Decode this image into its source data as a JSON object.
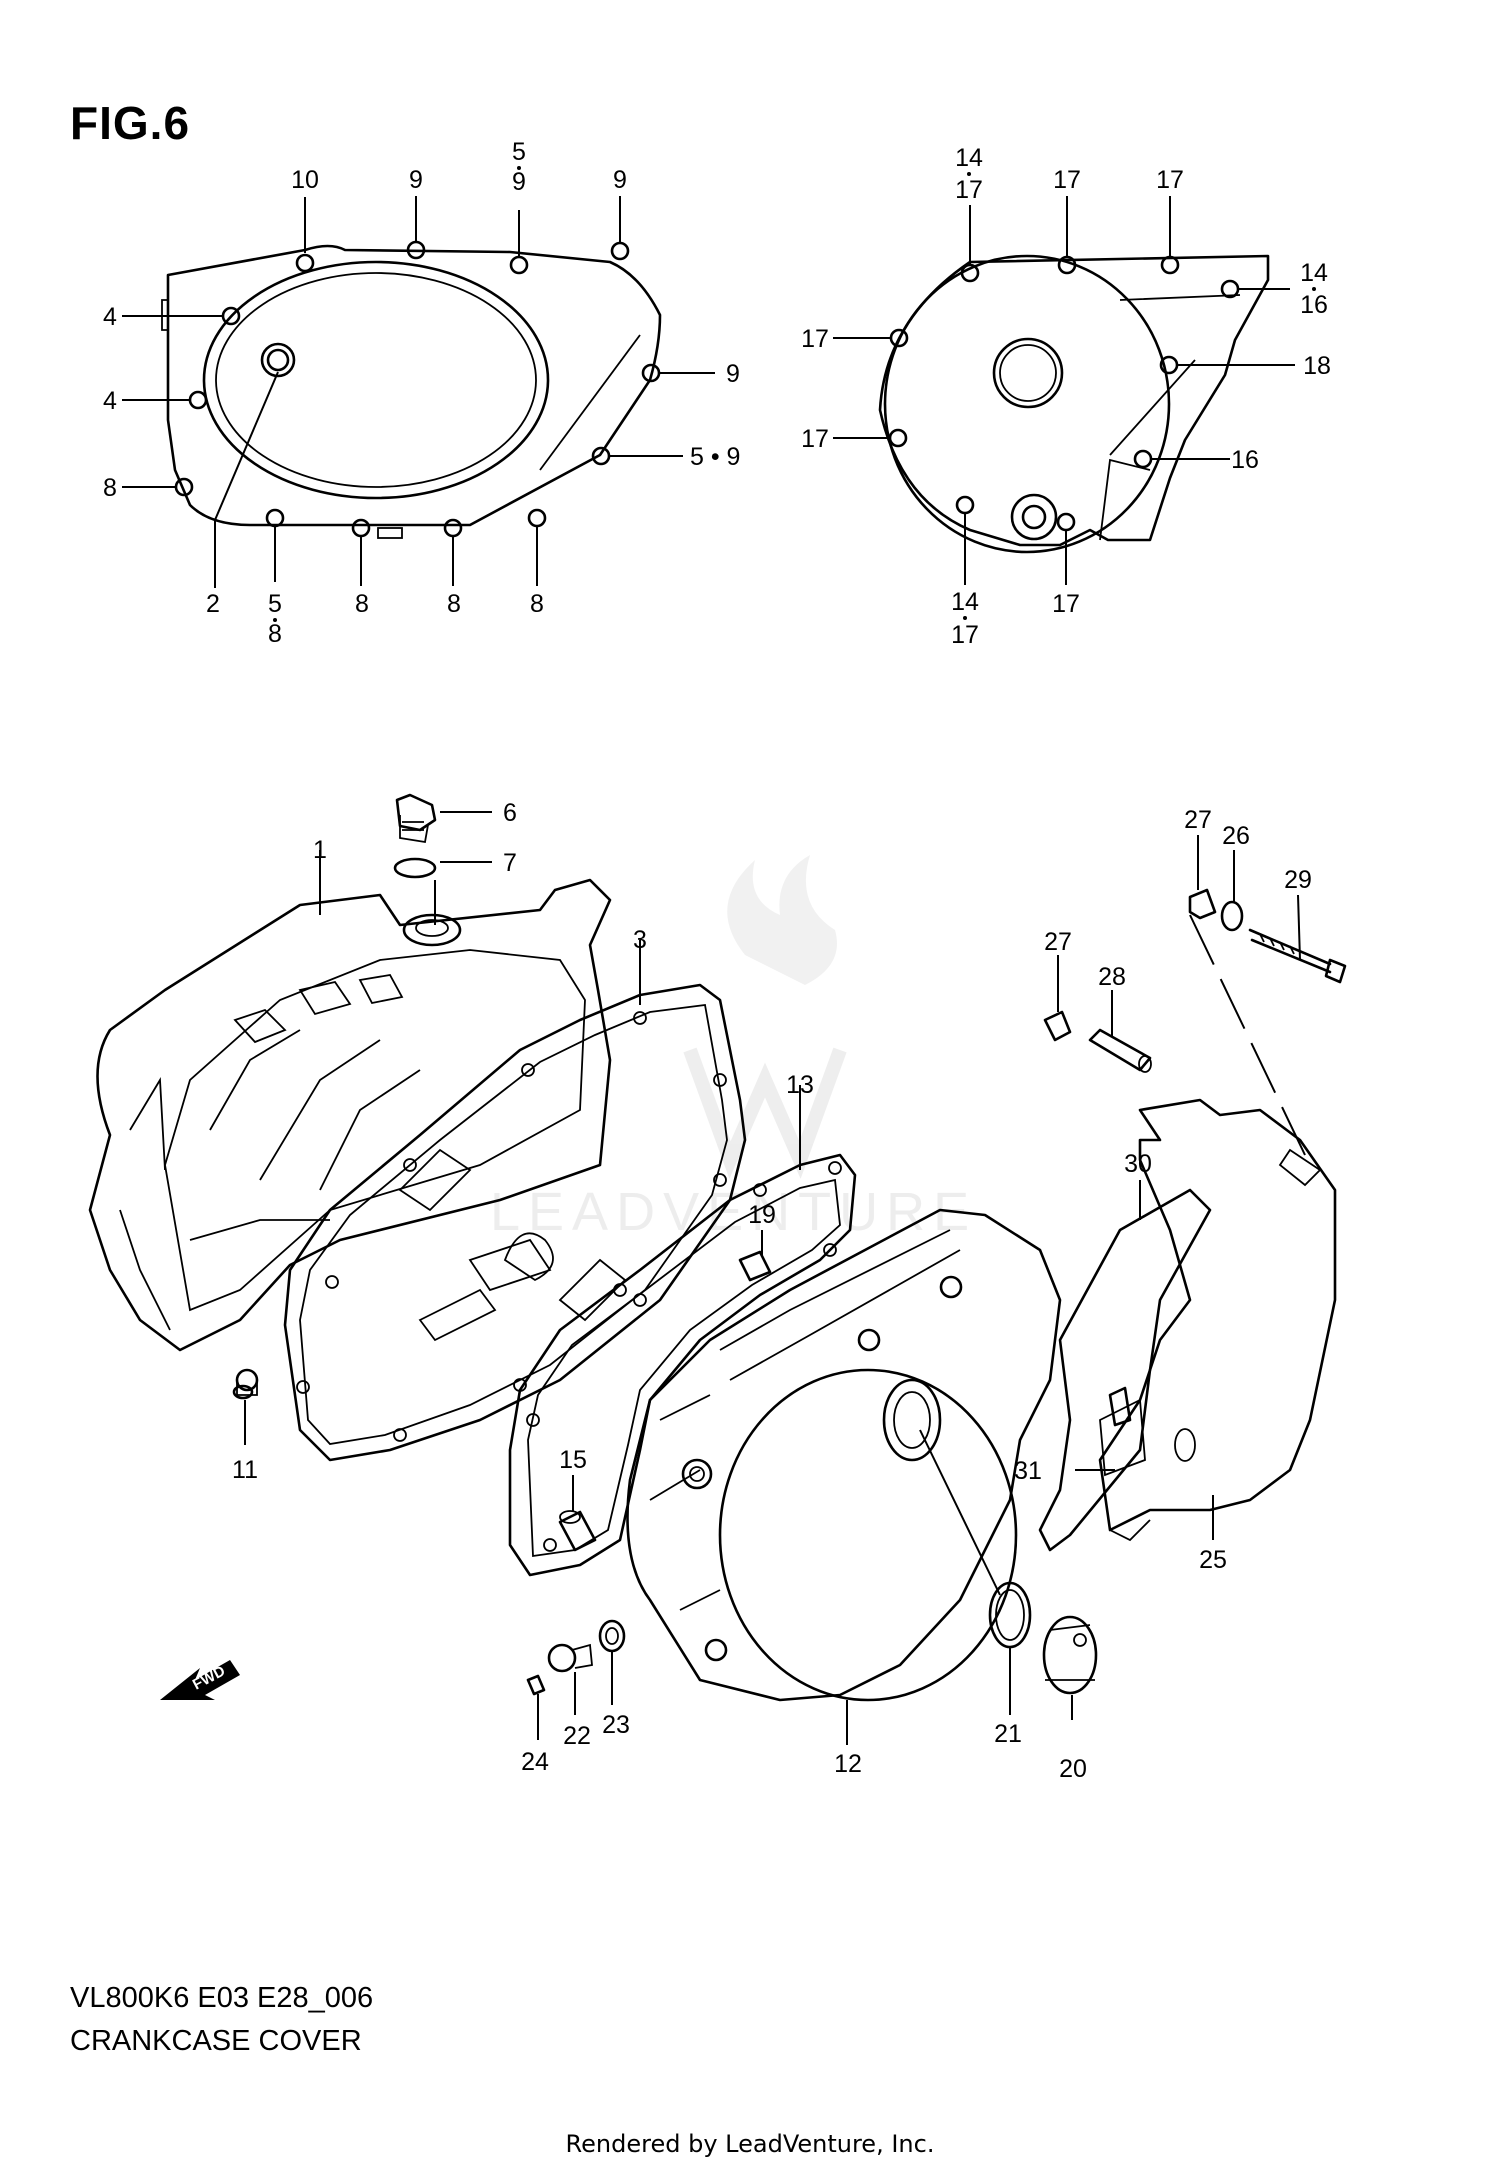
{
  "figure": "FIG.6",
  "diagram_code": "VL800K6 E03 E28_006",
  "diagram_title": "CRANKCASE COVER",
  "footer": "Rendered by LeadVenture, Inc.",
  "watermark": "LEADVENTURE",
  "fwd_label": "FWD",
  "callouts_top": {
    "c10": "10",
    "c9a": "9",
    "c5_9_top": "5",
    "c5_9_bot": "9",
    "c9b": "9",
    "c4a": "4",
    "c4b": "4",
    "c8a": "8",
    "c9c": "9",
    "c5_9": "5 • 9",
    "c2": "2",
    "c5_8_top": "5",
    "c5_8_bot": "8",
    "c8b": "8",
    "c8c": "8",
    "c8d": "8",
    "c14_17a_top": "14",
    "c14_17a_bot": "17",
    "c17a": "17",
    "c17b": "17",
    "c14_16_top": "14",
    "c14_16_bot": "16",
    "c17c": "17",
    "c18": "18",
    "c17d": "17",
    "c16": "16",
    "c14_17b_top": "14",
    "c14_17b_bot": "17",
    "c17e": "17"
  },
  "callouts_main": {
    "p1": "1",
    "p3": "3",
    "p6": "6",
    "p7": "7",
    "p11": "11",
    "p12": "12",
    "p13": "13",
    "p15": "15",
    "p19": "19",
    "p20": "20",
    "p21": "21",
    "p22": "22",
    "p23": "23",
    "p24": "24",
    "p25": "25",
    "p26": "26",
    "p27a": "27",
    "p27b": "27",
    "p28": "28",
    "p29": "29",
    "p30": "30",
    "p31": "31"
  }
}
